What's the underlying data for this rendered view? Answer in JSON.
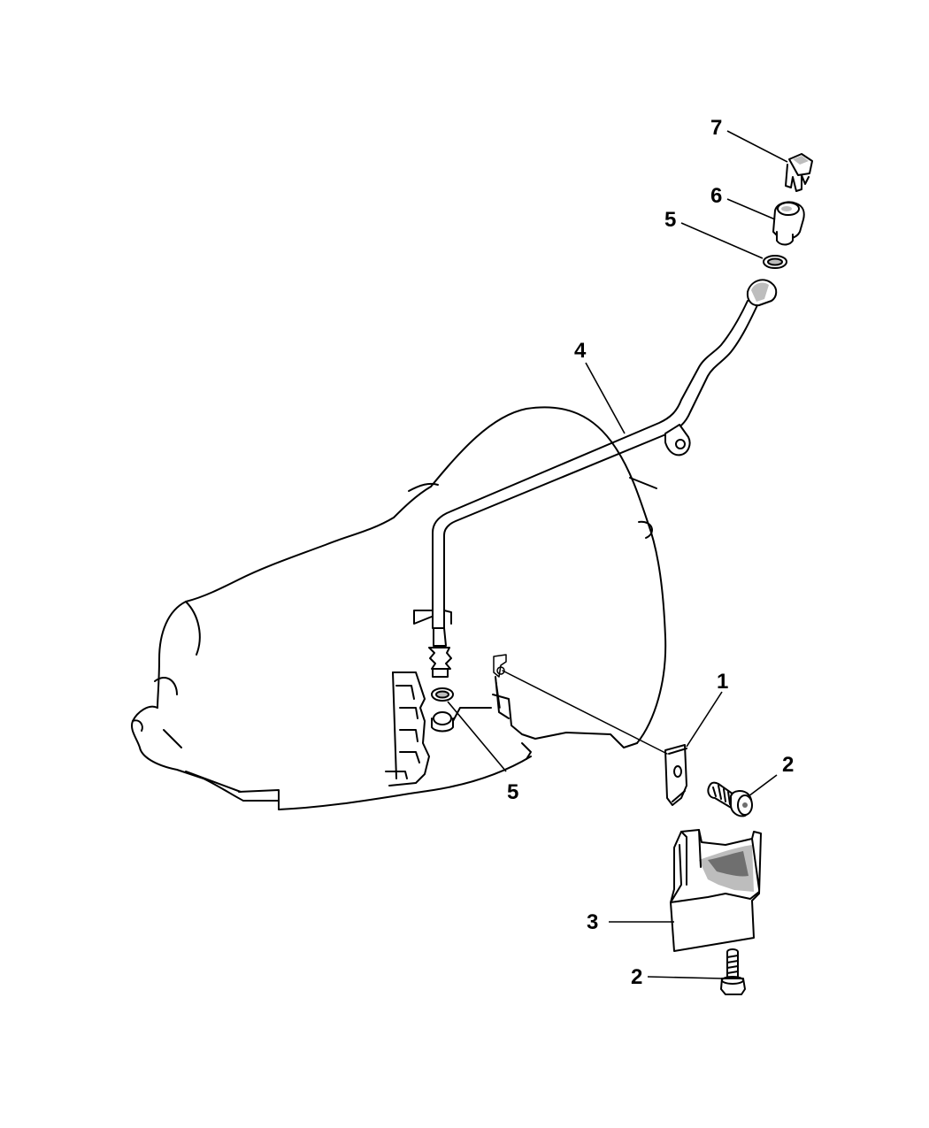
{
  "callouts": {
    "c1": "1",
    "c2a": "2",
    "c2b": "2",
    "c3": "3",
    "c4": "4",
    "c5a": "5",
    "c5b": "5",
    "c6": "6",
    "c7": "7"
  }
}
